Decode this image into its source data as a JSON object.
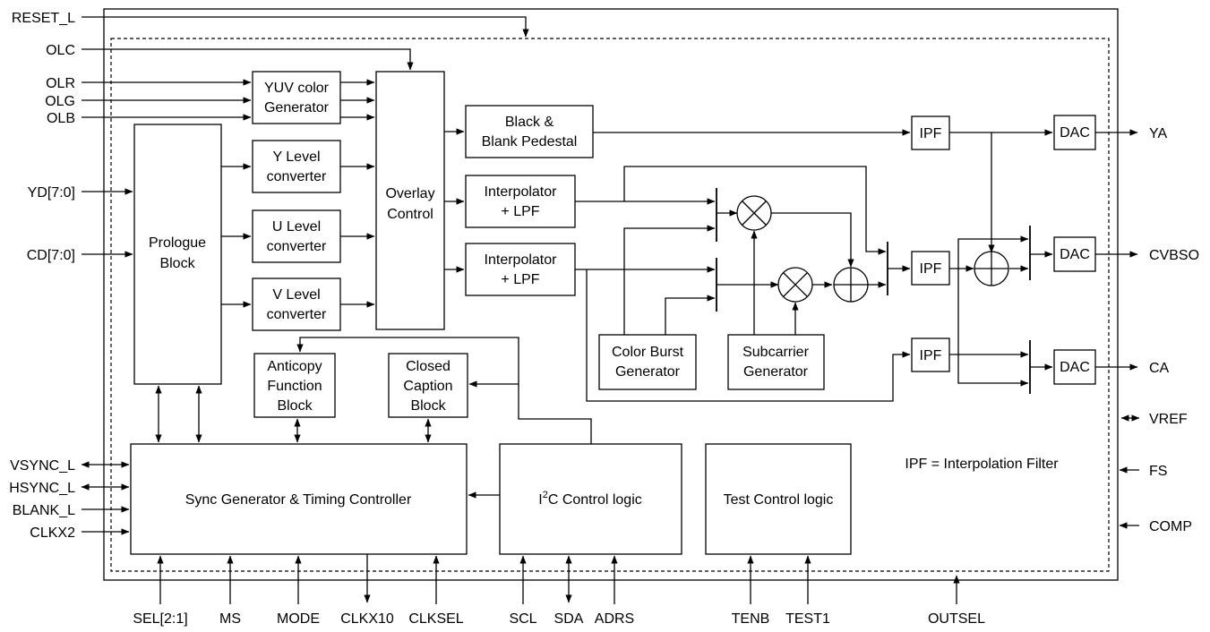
{
  "blocks": {
    "yuv_color_generator": [
      "YUV color",
      "Generator"
    ],
    "overlay_control": [
      "Overlay",
      "Control"
    ],
    "black_blank_pedestal": [
      "Black &",
      "Blank Pedestal"
    ],
    "y_level_converter": [
      "Y Level",
      "converter"
    ],
    "u_level_converter": [
      "U Level",
      "converter"
    ],
    "v_level_converter": [
      "V Level",
      "converter"
    ],
    "prologue_block": [
      "Prologue",
      "Block"
    ],
    "interpolator_lpf_1": [
      "Interpolator",
      "+ LPF"
    ],
    "interpolator_lpf_2": [
      "Interpolator",
      "+ LPF"
    ],
    "ipf_1": "IPF",
    "ipf_2": "IPF",
    "ipf_3": "IPF",
    "dac_1": "DAC",
    "dac_2": "DAC",
    "dac_3": "DAC",
    "color_burst_generator": [
      "Color Burst",
      "Generator"
    ],
    "subcarrier_generator": [
      "Subcarrier",
      "Generator"
    ],
    "anticopy_function_block": [
      "Anticopy",
      "Function",
      "Block"
    ],
    "closed_caption_block": [
      "Closed",
      "Caption",
      "Block"
    ],
    "sync_generator": "Sync Generator & Timing Controller",
    "i2c_control_logic": {
      "prefix": "I",
      "superscript": "2",
      "suffix": "C Control logic"
    },
    "test_control_logic": "Test Control logic"
  },
  "signals": {
    "left": {
      "reset_l": "RESET_L",
      "olc": "OLC",
      "olr": "OLR",
      "olg": "OLG",
      "olb": "OLB",
      "yd": "YD[7:0]",
      "cd": "CD[7:0]",
      "vsync_l": "VSYNC_L",
      "hsync_l": "HSYNC_L",
      "blank_l": "BLANK_L",
      "clkx2": "CLKX2"
    },
    "right": {
      "ya": "YA",
      "cvbso": "CVBSO",
      "ca": "CA",
      "vref": "VREF",
      "fs": "FS",
      "comp": "COMP"
    },
    "bottom": {
      "sel": "SEL[2:1]",
      "ms": "MS",
      "mode": "MODE",
      "clkx10": "CLKX10",
      "clksel": "CLKSEL",
      "scl": "SCL",
      "sda": "SDA",
      "adrs": "ADRS",
      "tenb": "TENB",
      "test1": "TEST1",
      "outsel": "OUTSEL"
    }
  },
  "legend": "IPF = Interpolation Filter"
}
